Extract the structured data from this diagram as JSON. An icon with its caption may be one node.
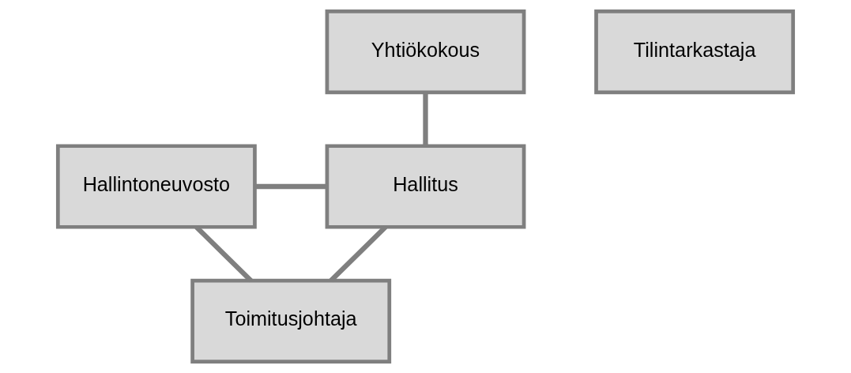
{
  "diagram": {
    "nodes": [
      {
        "text": [
          "Yhtiökokous"
        ]
      },
      {
        "text": [
          "Tilintarkastaja"
        ]
      },
      {
        "text": [
          "Hallintoneuvosto"
        ]
      },
      {
        "text": [
          "Hallitus"
        ]
      },
      {
        "text": [
          "Toimitusjohtaja"
        ]
      }
    ],
    "edges": [
      {
        "from": 0,
        "to": 3,
        "arrow": "none"
      },
      {
        "from": 2,
        "to": 3,
        "arrow": "none"
      },
      {
        "from": 3,
        "to": 4,
        "arrow": "none"
      },
      {
        "from": 2,
        "to": 4,
        "arrow": "none"
      }
    ]
  }
}
